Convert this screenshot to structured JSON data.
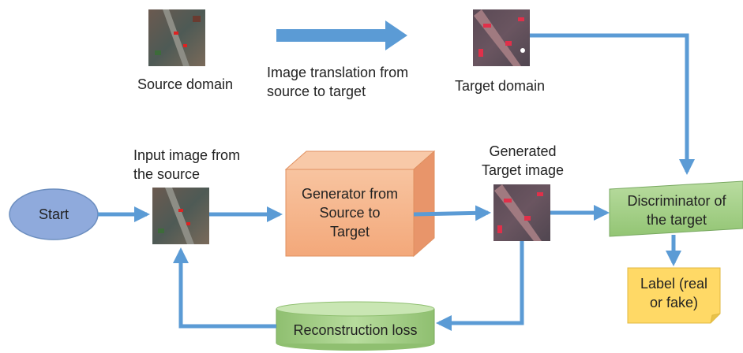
{
  "top_row": {
    "source_label": "Source domain",
    "translation_label": "Image translation from\nsource to target",
    "target_label": "Target domain"
  },
  "flow": {
    "start_label": "Start",
    "input_label": "Input image from\nthe source",
    "generator_label": "Generator from\nSource to\nTarget",
    "generated_label": "Generated\nTarget image",
    "discriminator_label": "Discriminator of\nthe target",
    "output_label": "Label (real\nor fake)",
    "loss_label": "Reconstruction loss"
  },
  "colors": {
    "arrow": "#5b9bd5",
    "start_fill": "#8faadc",
    "generator_fill": "#f4b183",
    "discriminator_fill": "#a9d18e",
    "loss_fill": "#a9d18e",
    "output_fill": "#ffd966"
  }
}
